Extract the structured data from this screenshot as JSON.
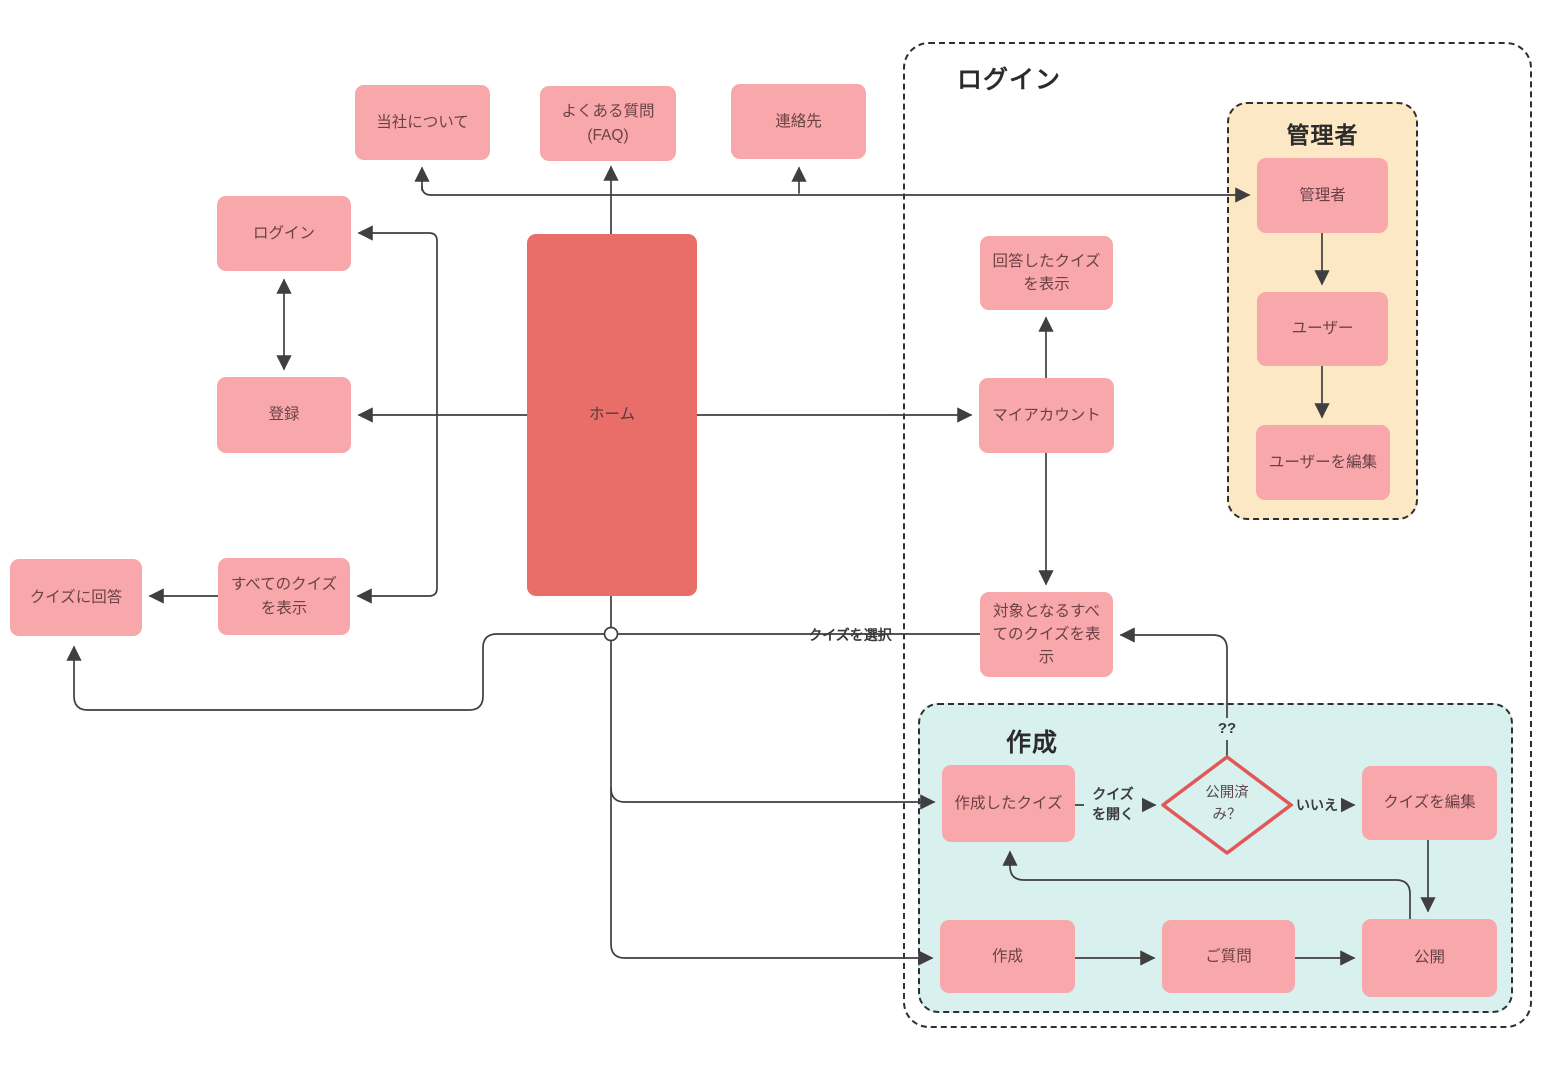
{
  "diagram_title": "quiz-site-flow-diagram",
  "colors": {
    "pink": "#f8a8ab",
    "coral": "#e96d68",
    "teal": "#d8f0ee",
    "orange": "#fce8c4",
    "diamond-border": "#e25858",
    "line": "#3f3f3f"
  },
  "containers": {
    "login_group": {
      "label": "ログイン"
    },
    "admin_group": {
      "label": "管理者"
    },
    "create_group": {
      "label": "作成"
    }
  },
  "nodes": {
    "about": {
      "label": "当社について"
    },
    "faq": {
      "label": "よくある質問\n(FAQ)"
    },
    "contact": {
      "label": "連絡先"
    },
    "login": {
      "label": "ログイン"
    },
    "register": {
      "label": "登録"
    },
    "all_quizzes": {
      "label": "すべてのクイズ\nを表示"
    },
    "answer_quiz": {
      "label": "クイズに回答"
    },
    "home": {
      "label": "ホーム"
    },
    "answered_quizzes": {
      "label": "回答したクイズ\nを表示"
    },
    "my_account": {
      "label": "マイアカウント"
    },
    "eligible_quizzes": {
      "label": "対象となるすべ\nてのクイズを表\n示"
    },
    "admin": {
      "label": "管理者"
    },
    "user": {
      "label": "ユーザー"
    },
    "edit_user": {
      "label": "ユーザーを編集"
    },
    "created_quizzes": {
      "label": "作成したクイズ"
    },
    "published_decision": {
      "label": "公開済\nみ？"
    },
    "edit_quiz": {
      "label": "クイズを編集"
    },
    "create": {
      "label": "作成"
    },
    "questions": {
      "label": "ご質問"
    },
    "publish": {
      "label": "公開"
    }
  },
  "edge_labels": {
    "select_quiz": "クイズを選択",
    "open_quiz": "クイズ\nを開く",
    "no": "いいえ",
    "unknown": "??"
  }
}
